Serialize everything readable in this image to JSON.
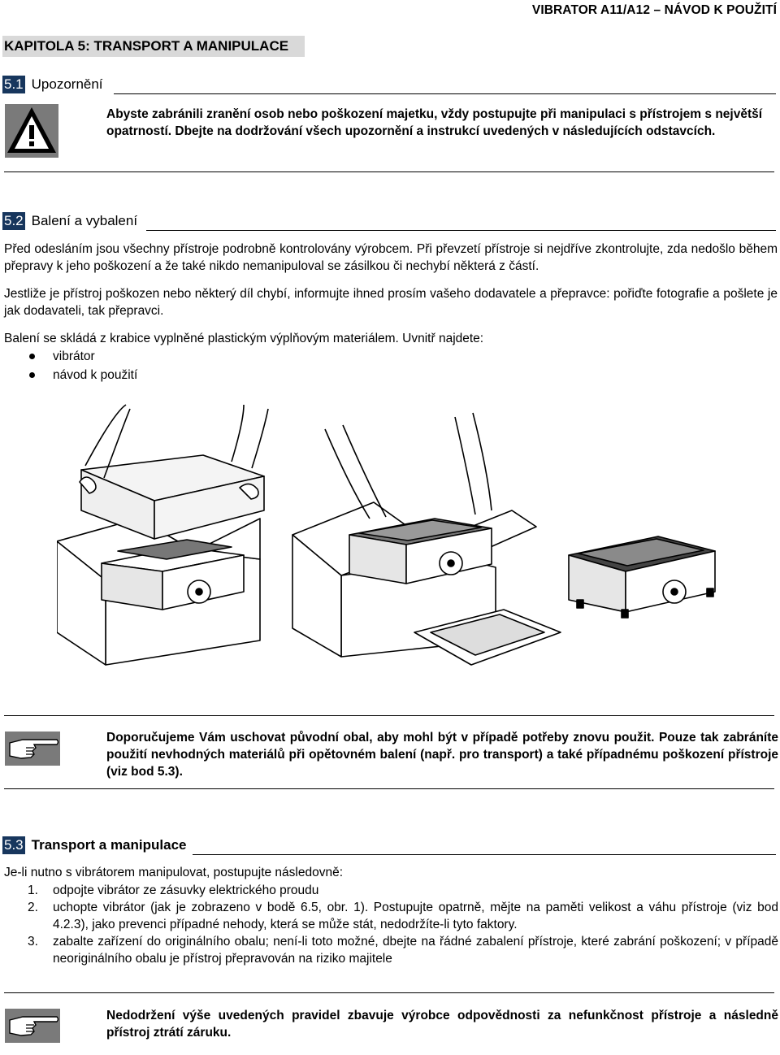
{
  "header": {
    "title": "VIBRATOR A11/A12 – NÁVOD K POUŽITÍ"
  },
  "chapter": {
    "title": "KAPITOLA 5: TRANSPORT A MANIPULACE"
  },
  "section_1": {
    "number": "5.1",
    "title": "Upozornění",
    "warning_icon": "warning-triangle-icon",
    "text": "Abyste zabránili zranění osob nebo poškození majetku, vždy postupujte při manipulaci s přístrojem s největší opatrností. Dbejte na dodržování všech upozornění a instrukcí uvedených v následujících odstavcích."
  },
  "section_2": {
    "number": "5.2",
    "title": "Balení a vybalení",
    "para1": "Před odesláním jsou všechny přístroje podrobně kontrolovány výrobcem. Při převzetí přístroje si nejdříve zkontrolujte, zda nedošlo během přepravy k jeho poškození a že také nikdo nemanipuloval se zásilkou či nechybí některá z částí.",
    "para2": "Jestliže je přístroj poškozen nebo některý díl chybí, informujte ihned prosím vašeho dodavatele a přepravce: pořiďte fotografie a pošlete je jak dodavateli, tak přepravci.",
    "para3": "Balení se skládá z krabice vyplněné plastickým výplňovým materiálem. Uvnitř najdete:",
    "items": [
      "vibrátor",
      "návod k použití"
    ],
    "note_icon": "pointing-hand-icon",
    "note": "Doporučujeme Vám uschovat původní obal, aby mohl být v případě potřeby znovu použit. Pouze tak zabráníte použití nevhodných materiálů při opětovném balení (např. pro transport) a také případnému poškození přístroje (viz bod 5.3)."
  },
  "section_3": {
    "number": "5.3",
    "title": "Transport a manipulace",
    "intro": "Je-li nutno s vibrátorem manipulovat, postupujte následovně:",
    "steps": [
      {
        "num": "1.",
        "text": "odpojte vibrátor ze zásuvky elektrického proudu"
      },
      {
        "num": "2.",
        "text": "uchopte vibrátor (jak je zobrazeno v bodě 6.5, obr. 1). Postupujte opatrně, mějte na paměti velikost a váhu přístroje (viz bod 4.2.3), jako prevenci případné nehody, která se může stát, nedodržíte-li tyto faktory."
      },
      {
        "num": "3.",
        "text": "zabalte zařízení do originálního obalu; není-li toto možné, dbejte na řádné zabalení přístroje, které zabrání poškození; v případě neoriginálního obalu je přístroj přepravován na riziko majitele"
      }
    ],
    "note_icon": "pointing-hand-icon",
    "note": "Nedodržení výše uvedených pravidel zbavuje výrobce odpovědnosti za nefunkčnost přístroje a následně přístroj ztrátí záruku."
  }
}
